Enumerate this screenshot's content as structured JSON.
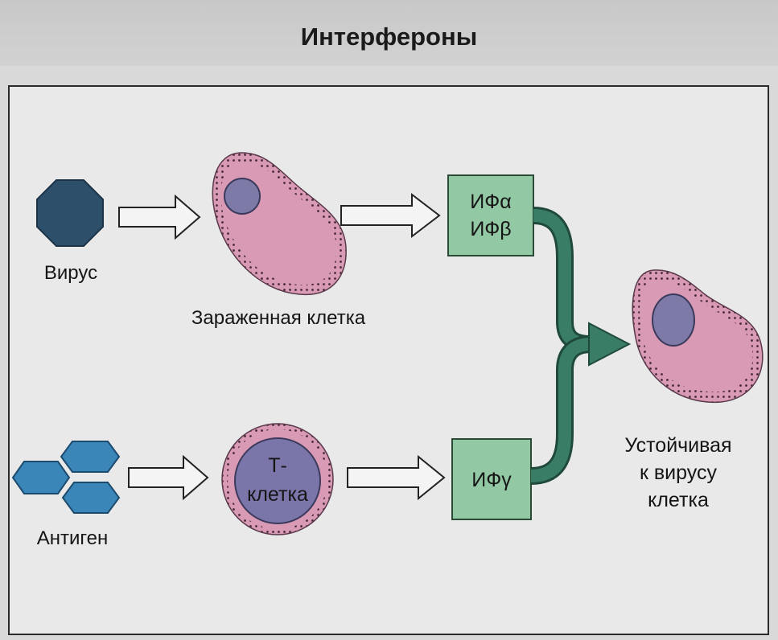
{
  "title": "Интерфероны",
  "labels": {
    "virus": "Вирус",
    "infected_cell": "Зараженная клетка",
    "antigen": "Антиген",
    "t_cell_line1": "Т-",
    "t_cell_line2": "клетка",
    "ifn_alpha": "ИФα",
    "ifn_beta": "ИФβ",
    "ifn_gamma": "ИФγ",
    "resistant_line1": "Устойчивая",
    "resistant_line2": "к вирусу",
    "resistant_line3": "клетка"
  },
  "colors": {
    "virus": "#2d4f69",
    "antigen": "#3a86b8",
    "cell_body": "#d89ab4",
    "cell_nucleus": "#7d7aa8",
    "t_cell": "#7b76aa",
    "ifn_box": "#93c8a4",
    "pathway": "#3a7d66"
  }
}
